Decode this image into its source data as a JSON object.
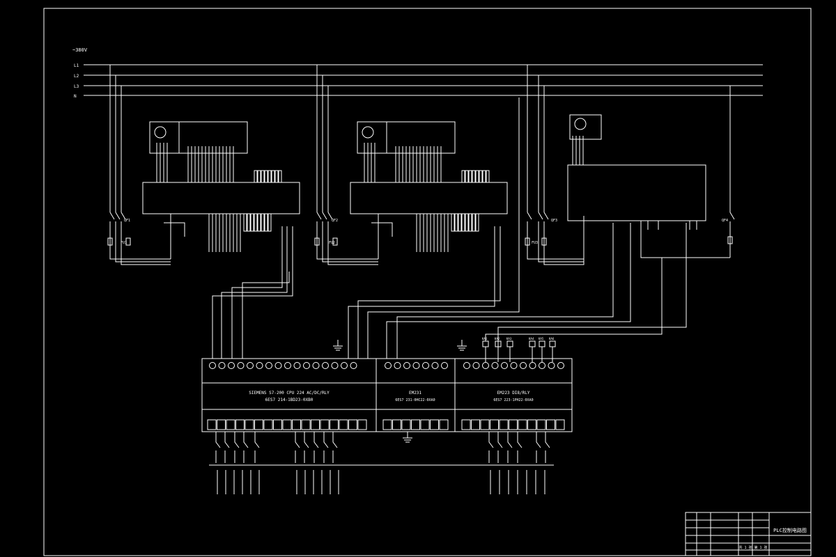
{
  "supply": {
    "voltage": "~380V"
  },
  "bus_lines": [
    "L1",
    "L2",
    "L3",
    "N"
  ],
  "title_block": {
    "drawing_title": "PLC控制电路图",
    "cells": [
      "共 1 张",
      "第 1 张"
    ]
  },
  "modules": {
    "cpu": {
      "name": "SIEMENS S7-200 CPU 224 AC/DC/RLY",
      "order": "6ES7 214-1BD23-0XB0"
    },
    "em231": {
      "name": "EM231",
      "order": "6ES7 231-0HC22-0XA0"
    },
    "em223": {
      "name": "EM223 DI8/RLY",
      "order": "6ES7 223-1PH22-0XA0"
    }
  },
  "devices": {
    "breakers": [
      "QF1",
      "QF2",
      "QF3",
      "QF4"
    ],
    "fuses": [
      "FU1",
      "FU2",
      "FU3"
    ],
    "relays": [
      "KA1",
      "KA2",
      "KA3",
      "KA4",
      "KA5",
      "KA6"
    ]
  }
}
